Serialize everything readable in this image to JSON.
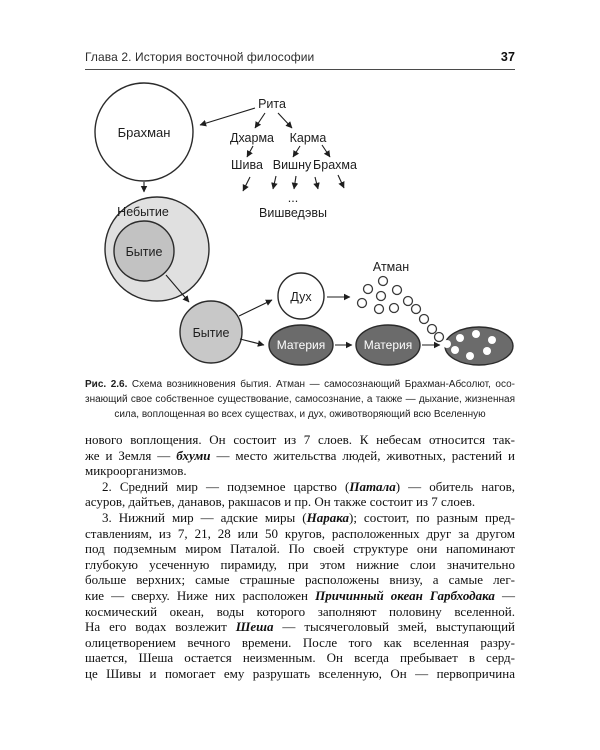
{
  "header": {
    "chapter": "Глава 2. История восточной философии",
    "page_number": "37"
  },
  "diagram": {
    "brahman": "Брахман",
    "rita": "Рита",
    "dharma": "Дхарма",
    "karma": "Карма",
    "shiva": "Шива",
    "vishnu": "Вишну",
    "brahma": "Брахма",
    "ellipsis": "...",
    "vishvedevy": "Вишведэвы",
    "nebytie": "Небытие",
    "bytie_inner": "Бытие",
    "bytie_lower": "Бытие",
    "duh": "Дух",
    "materia_1": "Материя",
    "materia_2": "Материя",
    "atman": "Атман",
    "colors": {
      "outer_circle": "#e0e0e0",
      "inner_circle": "#c2c2c2",
      "lower_circle": "#c8c8c8",
      "matter": "#6b6b6b",
      "white_node": "#ffffff"
    }
  },
  "caption": {
    "lines": [
      "**Рис. 2.6.** Схема возникновения бытия. Атман — самосознающий Брахман-Абсолют, осо-",
      "знающий свое собственное существование, самосознание, а также — дыхание, жизненная",
      "сила, воплощенная во всех существах, и дух, оживотворяющий всю Вселенную"
    ]
  },
  "body": {
    "paragraphs": [
      {
        "indent": false,
        "justify_all": false,
        "lines": [
          "нового воплощения. Он состоит из 7 слоев. К небесам относится так-",
          "же и Земля — *бхуми* — место жительства людей, животных, растений и",
          "микроорганизмов."
        ]
      },
      {
        "indent": true,
        "justify_all": false,
        "lines": [
          "2. Средний мир — подземное царство (*Патала*) — обитель нагов,",
          "асуров, дайтьев, данавов, ракшасов и пр. Он также состоит из 7 слоев."
        ]
      },
      {
        "indent": true,
        "justify_all": true,
        "lines": [
          "3. Нижний мир — адские миры (*Нарака*); состоит, по разным пред-",
          "ставлениям, из 7, 21, 28 или 50 кругов, расположенных друг за другом",
          "под подземным миром Паталой. По своей структуре они напоминают",
          "глубокую усеченную пирамиду, при этом нижние слои значительно",
          "больше верхних; самые страшные расположены внизу, а самые лег-",
          "кие — сверху. Ниже них расположен *Причинный океан Гарбходака* —",
          "космический океан, воды которого заполняют половину вселенной.",
          "На его водах возлежит *Шеша* — тысячеголовый змей, выступающий",
          "олицетворением вечного времени. После того как вселенная разру-",
          "шается, Шеша остается неизменным. Он всегда пребывает в серд-",
          "це Шивы и помогает ему разрушать вселенную, Он — первопричина"
        ]
      }
    ]
  }
}
